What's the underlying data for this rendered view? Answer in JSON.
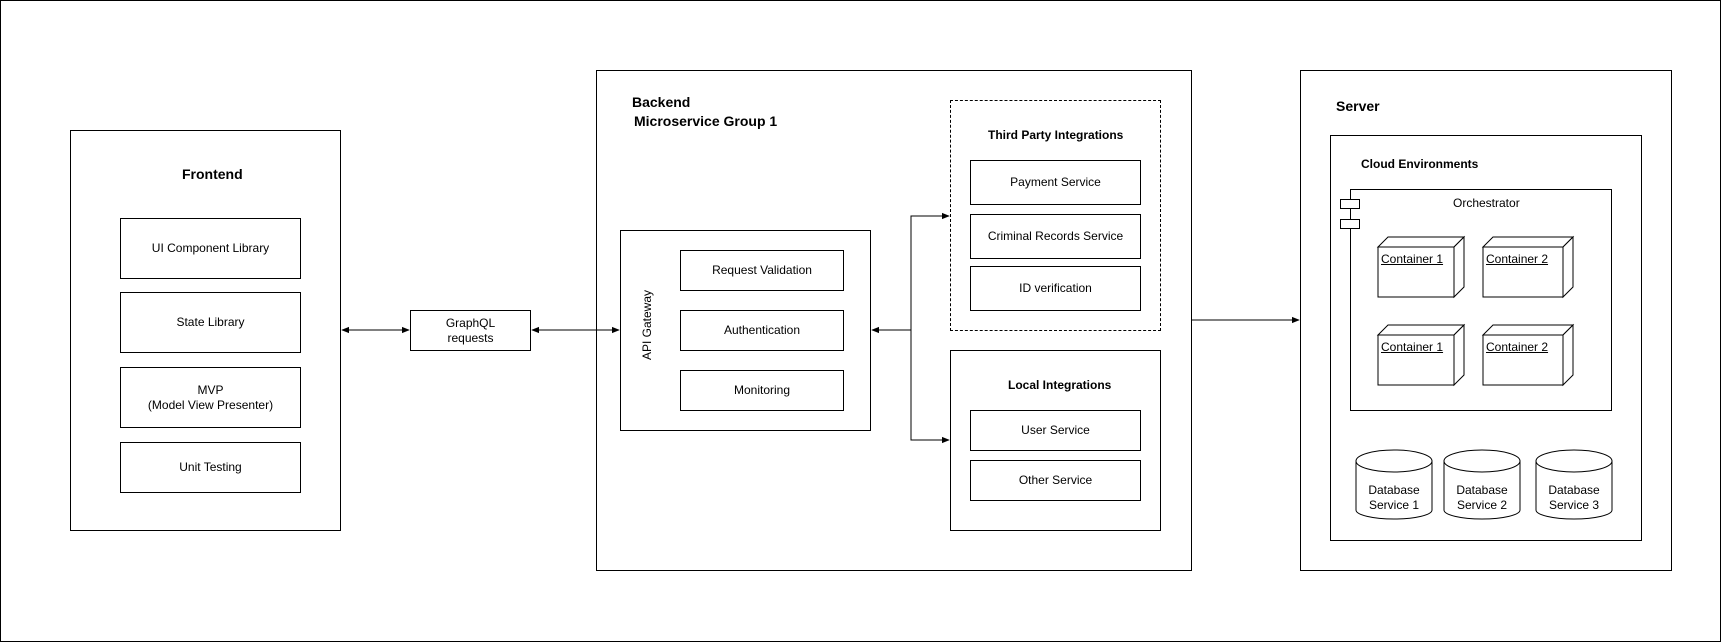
{
  "frontend": {
    "title": "Frontend",
    "items": [
      "UI Component Library",
      "State Library",
      "MVP\n(Model View Presenter)",
      "Unit Testing"
    ]
  },
  "graphql": {
    "label": "GraphQL\nrequests"
  },
  "backend": {
    "title_line1": "Backend",
    "title_line2": "Microservice Group 1",
    "gateway": {
      "label": "API Gateway",
      "items": [
        "Request Validation",
        "Authentication",
        "Monitoring"
      ]
    },
    "third_party": {
      "title": "Third Party Integrations",
      "items": [
        "Payment Service",
        "Criminal Records Service",
        "ID verification"
      ]
    },
    "local": {
      "title": "Local Integrations",
      "items": [
        "User Service",
        "Other Service"
      ]
    }
  },
  "server": {
    "title": "Server",
    "cloud": {
      "title": "Cloud Environments",
      "orchestrator": "Orchestrator",
      "containers": [
        "Container 1",
        "Container 2",
        "Container 1",
        "Container 2"
      ],
      "databases": [
        "Database\nService 1",
        "Database\nService 2",
        "Database\nService 3"
      ]
    }
  },
  "colors": {
    "stroke": "#000000",
    "fill": "#ffffff"
  }
}
